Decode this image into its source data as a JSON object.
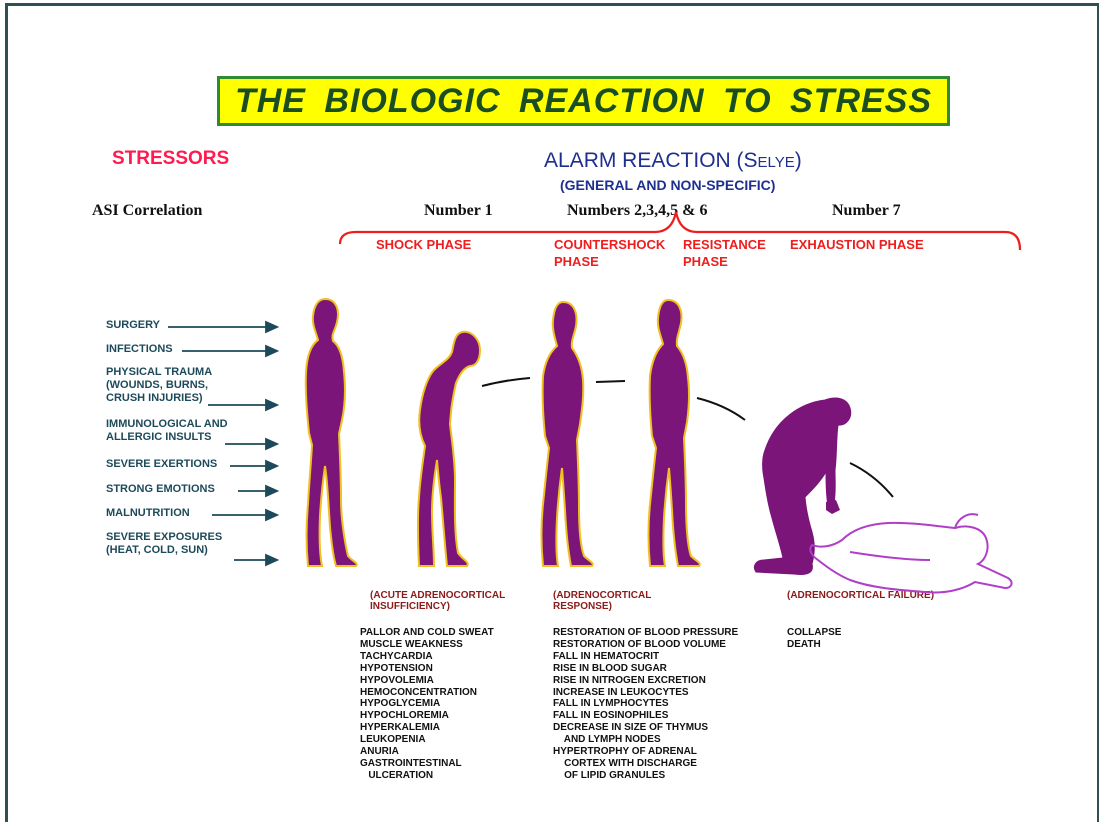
{
  "title": "THE BIOLOGIC   REACTION TO STRESS",
  "stressors_heading": "STRESSORS",
  "alarm_reaction": "ALARM REACTION (SELYE)",
  "alarm_subtitle": "(GENERAL AND NON-SPECIFIC)",
  "asi": {
    "label": "ASI Correlation",
    "number1": "Number 1",
    "numbers2to6": "Numbers 2,3,4,5 & 6",
    "number7": "Number 7"
  },
  "phases": {
    "shock": "SHOCK PHASE",
    "countershock_1": "COUNTERSHOCK",
    "countershock_2": "PHASE",
    "resistance_1": "RESISTANCE",
    "resistance_2": "PHASE",
    "exhaustion": "EXHAUSTION PHASE"
  },
  "stressors": [
    "SURGERY",
    "INFECTIONS",
    "PHYSICAL TRAUMA",
    "(WOUNDS, BURNS,",
    "CRUSH INJURIES)",
    "IMMUNOLOGICAL AND",
    "ALLERGIC INSULTS",
    "SEVERE EXERTIONS",
    "STRONG EMOTIONS",
    "MALNUTRITION",
    "SEVERE EXPOSURES",
    "(HEAT, COLD, SUN)"
  ],
  "subtitles": {
    "shock_1": "(ACUTE ADRENOCORTICAL",
    "shock_2": "INSUFFICIENCY)",
    "response_1": "(ADRENOCORTICAL",
    "response_2": "RESPONSE)",
    "failure": "(ADRENOCORTICAL FAILURE)"
  },
  "shock_symptoms": "PALLOR AND COLD SWEAT\nMUSCLE WEAKNESS\nTACHYCARDIA\nHYPOTENSION\nHYPOVOLEMIA\nHEMOCONCENTRATION\nHYPOGLYCEMIA\nHYPOCHLOREMIA\nHYPERKALEMIA\nLEUKOPENIA\nANURIA\nGASTROINTESTINAL\n   ULCERATION",
  "response_symptoms": "RESTORATION OF BLOOD PRESSURE\nRESTORATION OF BLOOD VOLUME\nFALL IN HEMATOCRIT\nRISE IN BLOOD SUGAR\nRISE IN NITROGEN EXCRETION\nINCREASE IN LEUKOCYTES\nFALL IN LYMPHOCYTES\nFALL IN EOSINOPHILES\nDECREASE IN SIZE OF THYMUS\n    AND LYMPH NODES\nHYPERTROPHY OF ADRENAL\n    CORTEX WITH DISCHARGE\n    OF LIPID GRANULES",
  "failure_symptoms": "COLLAPSE\nDEATH",
  "colors": {
    "title_bg": "#ffff00",
    "title_border": "#2e8b2e",
    "title_text": "#1a4e22",
    "figure_fill": "#7b157a",
    "figure_outline": "#f0c020",
    "phase_red": "#ee1e1e",
    "alarm_blue": "#1e2f8f",
    "stressor_teal": "#1d4a5a",
    "dead_figure": "#b03ec8"
  }
}
